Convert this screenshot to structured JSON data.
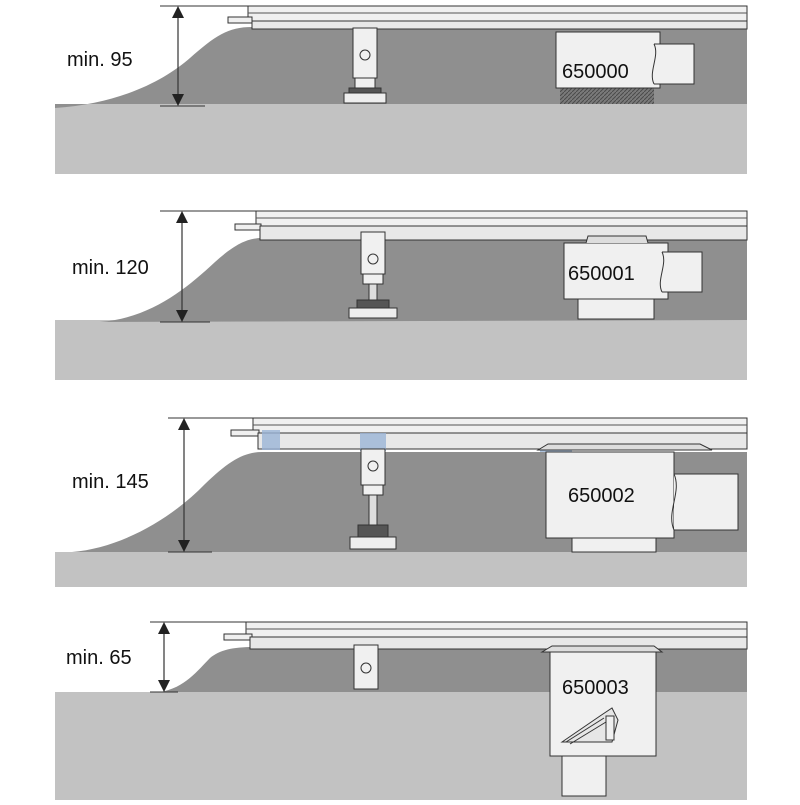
{
  "diagrams": [
    {
      "height_label": "min. 95",
      "drain_code": "650000"
    },
    {
      "height_label": "min. 120",
      "drain_code": "650001"
    },
    {
      "height_label": "min. 145",
      "drain_code": "650002"
    },
    {
      "height_label": "min. 65",
      "drain_code": "650003"
    }
  ],
  "colors": {
    "screed": "#8f8f8f",
    "slab": "#c2c2c2",
    "channel": "#e8e8e8",
    "metal": "#f0f0f0",
    "outline": "#333333",
    "accent_blue": "#9ab4d6"
  }
}
